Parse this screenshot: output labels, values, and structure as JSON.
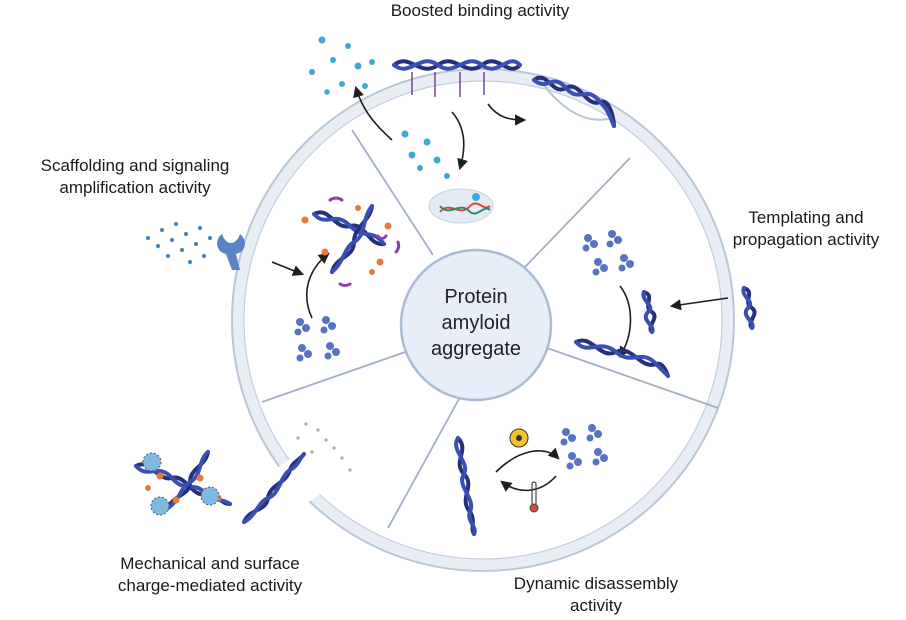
{
  "labels": {
    "boosted_binding": "Boosted binding activity",
    "scaffolding": [
      "Scaffolding and signaling",
      "amplification activity"
    ],
    "templating": [
      "Templating and",
      "propagation activity"
    ],
    "mechanical": [
      "Mechanical and surface",
      "charge-mediated activity"
    ],
    "dynamic": [
      "Dynamic disassembly",
      "activity"
    ],
    "center": [
      "Protein",
      "amyloid",
      "aggregate"
    ]
  },
  "colors": {
    "fibril_dark": "#26307a",
    "fibril_light": "#3a4fb3",
    "particle_blue": "#3fa9d6",
    "orange": "#e8793a",
    "purple": "#8a3fb0",
    "ring": "#e9eef5",
    "center": "#e7eef7"
  }
}
